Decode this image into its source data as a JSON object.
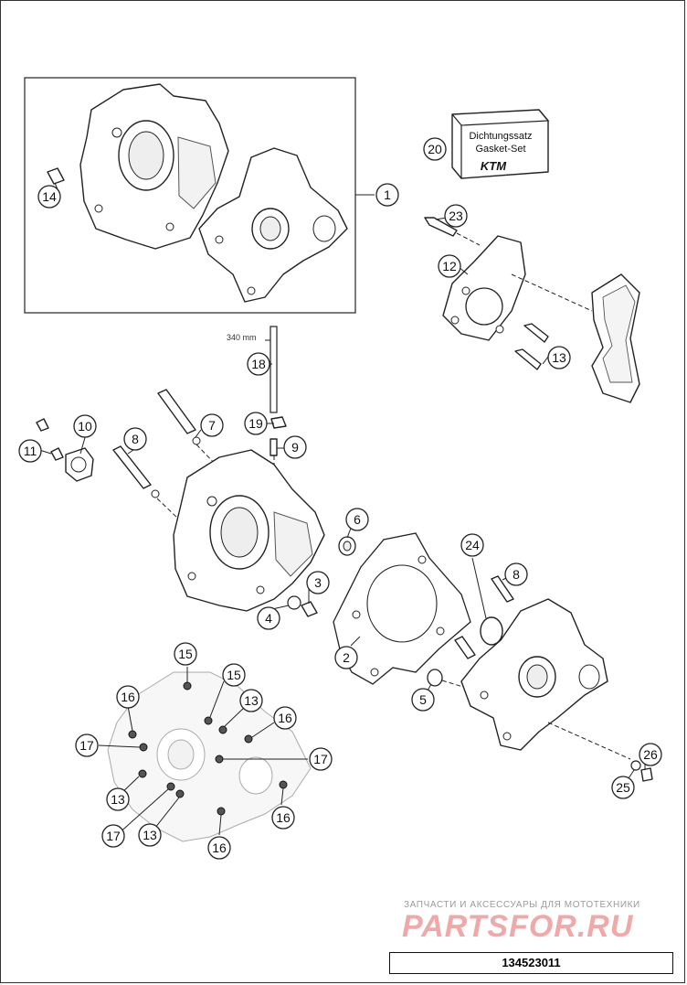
{
  "diagram": {
    "gasket_box_line1": "Dichtungssatz",
    "gasket_box_line2": "Gasket-Set",
    "gasket_box_logo": "KTM",
    "dimension_label": "340 mm",
    "diagram_number": "134523011"
  },
  "watermark": {
    "line1": "ЗАПЧАСТИ И АКСЕССУАРЫ ДЛЯ МОТОТЕХНИКИ",
    "brand": "PARTSFOR.RU"
  },
  "callouts": [
    "1",
    "2",
    "3",
    "4",
    "5",
    "6",
    "7",
    "8",
    "8",
    "9",
    "10",
    "11",
    "12",
    "13",
    "13",
    "13",
    "13",
    "14",
    "15",
    "15",
    "16",
    "16",
    "16",
    "16",
    "17",
    "17",
    "17",
    "18",
    "19",
    "20",
    "23",
    "24",
    "25",
    "26"
  ]
}
